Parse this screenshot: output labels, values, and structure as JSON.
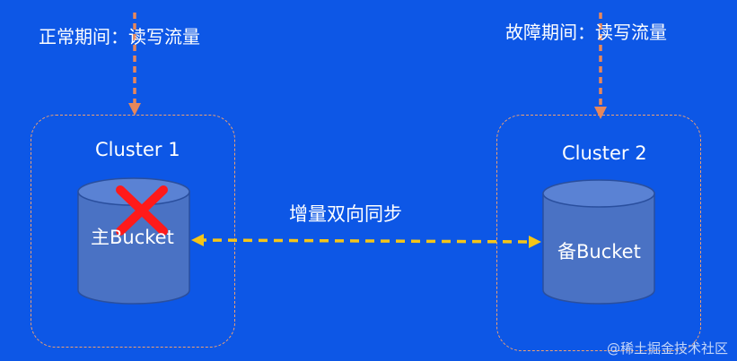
{
  "colors": {
    "background": "#0d57e6",
    "arrow_orange": "#e8875a",
    "sync_yellow": "#f5c518",
    "bucket_fill": "#4a72c4",
    "bucket_top": "#5a82d4",
    "bucket_stroke": "#2a4f9e",
    "failure_red": "#ff1a1a",
    "cluster_border": "#f0a070"
  },
  "left": {
    "caption": "正常期间：读写流量",
    "cluster_title": "Cluster 1",
    "bucket_label": "主Bucket",
    "status_icon": "failure-x-icon"
  },
  "right": {
    "caption": "故障期间：读写流量",
    "cluster_title": "Cluster 2",
    "bucket_label": "备Bucket"
  },
  "sync": {
    "label": "增量双向同步",
    "direction": "bidirectional"
  },
  "watermark": "@稀土掘金技术社区"
}
